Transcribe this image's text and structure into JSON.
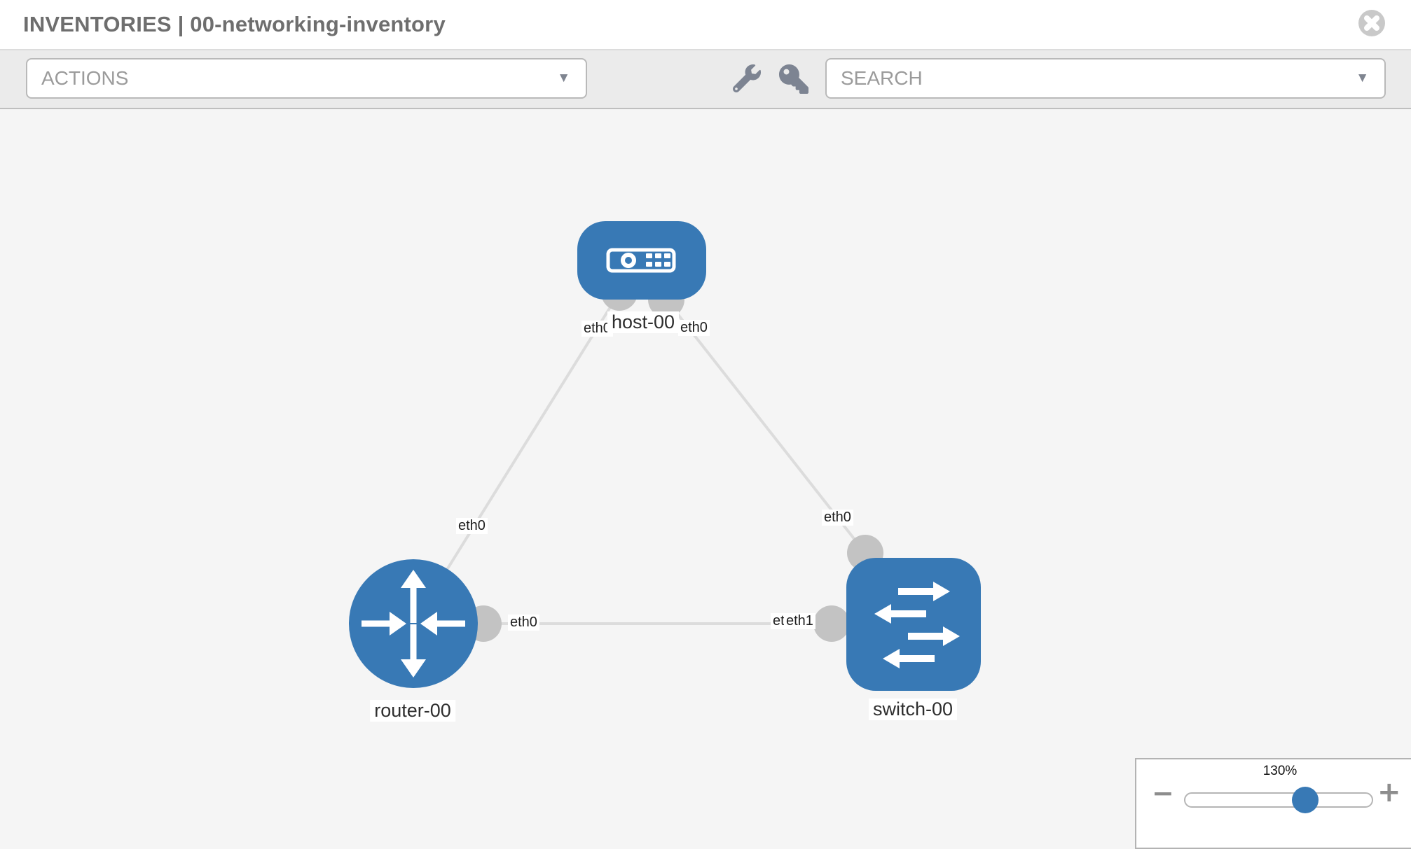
{
  "header": {
    "title": "INVENTORIES | 00-networking-inventory",
    "close_icon": "circle-x-icon"
  },
  "toolbar": {
    "actions_label": "ACTIONS",
    "search_label": "SEARCH",
    "caret_glyph": "▼",
    "icons": [
      "wrench-icon",
      "key-icon"
    ]
  },
  "graph": {
    "nodes": [
      {
        "id": "host-00",
        "type": "host",
        "label": "host-00"
      },
      {
        "id": "router-00",
        "type": "router",
        "label": "router-00"
      },
      {
        "id": "switch-00",
        "type": "switch",
        "label": "switch-00"
      }
    ],
    "links": [
      {
        "from": "host-00",
        "to": "router-00",
        "from_interface": "eth0",
        "to_interface": "eth0"
      },
      {
        "from": "host-00",
        "to": "switch-00",
        "from_interface": "eth0",
        "to_interface": "eth0"
      },
      {
        "from": "router-00",
        "to": "switch-00",
        "from_interface": "eth0",
        "to_interface": "eth1"
      }
    ],
    "interface_labels": [
      "eth0",
      "eth0",
      "eth0",
      "eth0",
      "eth0",
      "eth0",
      "eth1"
    ]
  },
  "zoom_control": {
    "level": "130%",
    "minus_label": "−",
    "plus_label": "+"
  },
  "colors": {
    "node_blue": "#3879b5",
    "port_gray": "#c3c3c3",
    "link_gray": "#dcdcdc",
    "toolbar_bg": "#ebebeb",
    "canvas_bg": "#f5f5f5",
    "title_gray": "#6e6e6e"
  }
}
